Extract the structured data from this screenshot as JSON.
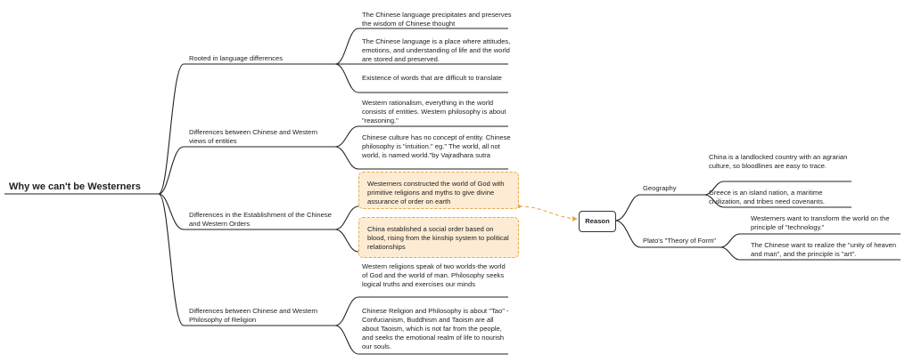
{
  "root": {
    "label": "Why we can't be Westerners"
  },
  "branches": [
    {
      "label": "Rooted in language differences",
      "items": [
        "The Chinese language precipitates and preserves the wisdom of Chinese thought",
        "The Chinese language is a place where attitudes, emotions, and understanding of life and the world are stored and preserved.",
        "Existence of words that are difficult to translate"
      ]
    },
    {
      "label": "Differences between Chinese and Western views of entities",
      "items": [
        "Western rationalism, everything in the world consists of entities. Western philosophy is about \"reasoning.\"",
        "Chinese culture has no concept of entity. Chinese philosophy is \"intuition.\" eg.\" The world, all not world, is named world.\"by Vajradhara sutra"
      ]
    },
    {
      "label": "Differences in the Establishment of the Chinese and Western Orders",
      "items": [
        "Westerners constructed the world of God with primitive religions and myths to give divine assurance of order on earth",
        "China established a social order based on blood, rising from the kinship system to political relationships"
      ]
    },
    {
      "label": "Differences between Chinese and Western Philosophy of Religion",
      "items": [
        "Western religions speak of two worlds-the world of God and the world of man. Philosophy seeks logical truths and exercises our minds",
        "Chinese Religion and Philosophy is about \"Tao\" - Confucianism, Buddhism and Taoism are all about Taoism, which is not far from the people, and seeks the emotional realm of life to nourish our souls."
      ]
    }
  ],
  "reason": {
    "label": "Reason",
    "branches": [
      {
        "label": "Geography",
        "items": [
          "China is a landlocked country with an agrarian culture, so bloodlines are easy to trace.",
          "Greece is an island nation, a maritime civilization, and tribes need covenants."
        ]
      },
      {
        "label": "Plato's \"Theory of Form\"",
        "items": [
          "Westerners want to transform the world on the principle of \"technology.\"",
          "The Chinese want to realize the \"unity of heaven and man\", and the principle is \"art\"."
        ]
      }
    ]
  },
  "colors": {
    "line": "#222222",
    "highlight_fill": "#fdecd3",
    "highlight_border": "#e8a64a",
    "relation": "#e8a64a"
  }
}
